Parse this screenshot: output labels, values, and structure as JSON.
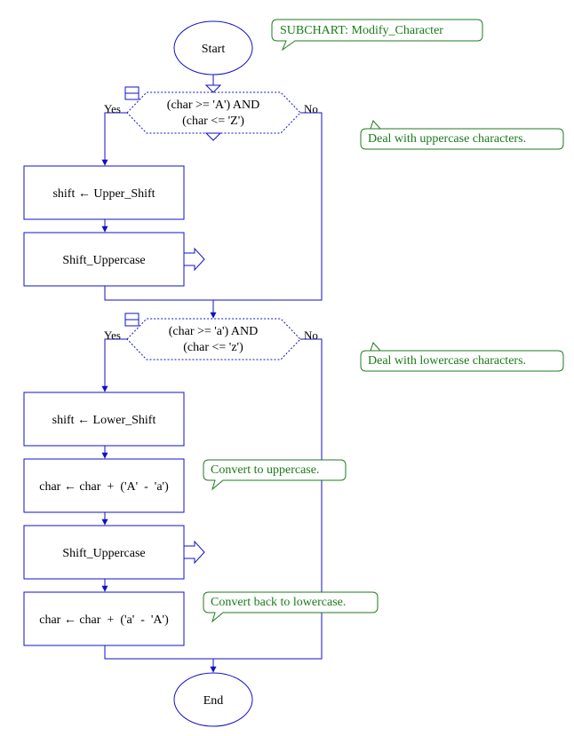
{
  "start_label": "Start",
  "end_label": "End",
  "subchart_label": "SUBCHART: Modify_Character",
  "decision1": {
    "line1": "(char >= 'A') AND",
    "line2": "(char <= 'Z')",
    "yes": "Yes",
    "no": "No"
  },
  "decision2": {
    "line1": "(char >= 'a') AND",
    "line2": "(char <= 'z')",
    "yes": "Yes",
    "no": "No"
  },
  "boxes": {
    "upper_shift": "shift ← Upper_Shift",
    "shift_uppercase_1": "Shift_Uppercase",
    "lower_shift": "shift ← Lower_Shift",
    "to_upper": "char ← char  +  ('A'  -  'a')",
    "shift_uppercase_2": "Shift_Uppercase",
    "to_lower": "char ← char  +  ('a'  -  'A')"
  },
  "comments": {
    "upper": "Deal with uppercase characters.",
    "lower": "Deal with lowercase characters.",
    "convert_up": "Convert to uppercase.",
    "convert_back": "Convert back to lowercase."
  }
}
